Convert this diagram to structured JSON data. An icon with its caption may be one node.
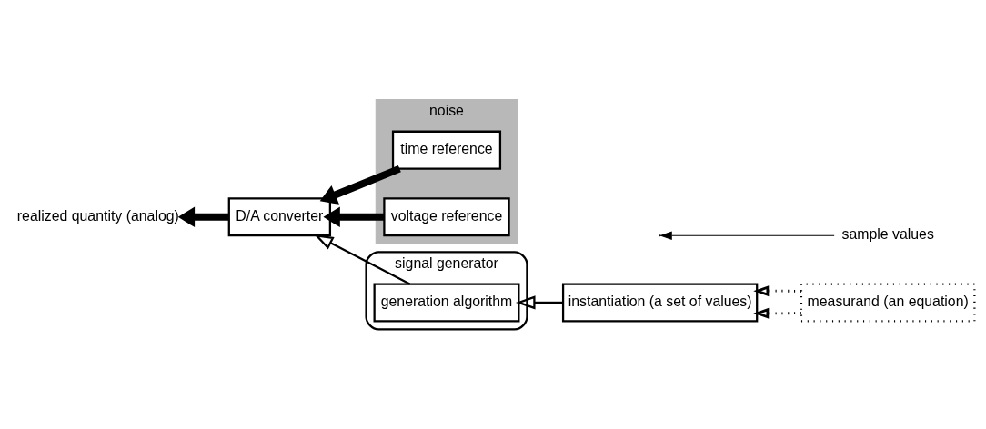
{
  "diagram": {
    "nodes": [
      {
        "text": [
          "noise"
        ]
      },
      {
        "text": [
          "signal generator"
        ]
      },
      {
        "text": [
          "time reference"
        ],
        "in": 0
      },
      {
        "text": [
          "D/A converter"
        ]
      },
      {
        "text": [
          "voltage reference"
        ],
        "in": 0
      },
      {
        "text": [
          "generation algorithm"
        ],
        "in": 1
      },
      {
        "text": [
          "instantiation (a set of values)"
        ]
      },
      {
        "text": [
          "measurand (an equation)"
        ]
      },
      {
        "text": [
          "realized quantity (analog)"
        ]
      },
      {
        "text": [
          "sample values"
        ]
      }
    ],
    "edges": [
      {
        "from": 2,
        "to": 3,
        "arrow": "to",
        "style": "thick"
      },
      {
        "from": 4,
        "to": 3,
        "arrow": "to",
        "style": "thick"
      },
      {
        "from": 3,
        "to": 8,
        "arrow": "to",
        "style": "thick"
      },
      {
        "from": 5,
        "to": 3,
        "arrow": "to"
      },
      {
        "from": 6,
        "to": 5,
        "arrow": "to"
      },
      {
        "from": 7,
        "to": 6,
        "arrow": "to",
        "style": "dashed"
      },
      {
        "from": 7,
        "to": 6,
        "arrow": "to",
        "style": "dashed"
      },
      {
        "from": 9,
        "to": null,
        "arrow": "to"
      }
    ]
  }
}
